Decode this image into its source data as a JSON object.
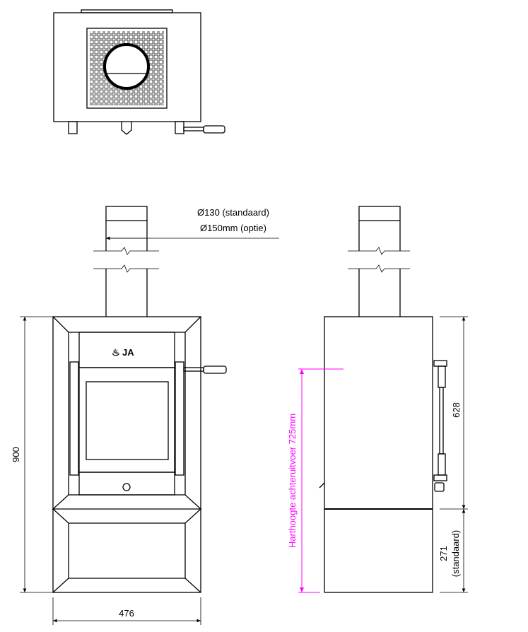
{
  "title": "Stove dimension drawing",
  "labels": {
    "flue_standard": "Ø130 (standaard)",
    "flue_option": "Ø150mm (optie)",
    "height_total": "900",
    "width_total": "476",
    "hearth_height": "Harthoogte achteruitvoer 725mm",
    "upper_height": "628",
    "base_height": "271",
    "base_note": "(standaard)"
  },
  "logo_text": "JA",
  "colors": {
    "line": "#000000",
    "accent": "#ff00ff"
  }
}
